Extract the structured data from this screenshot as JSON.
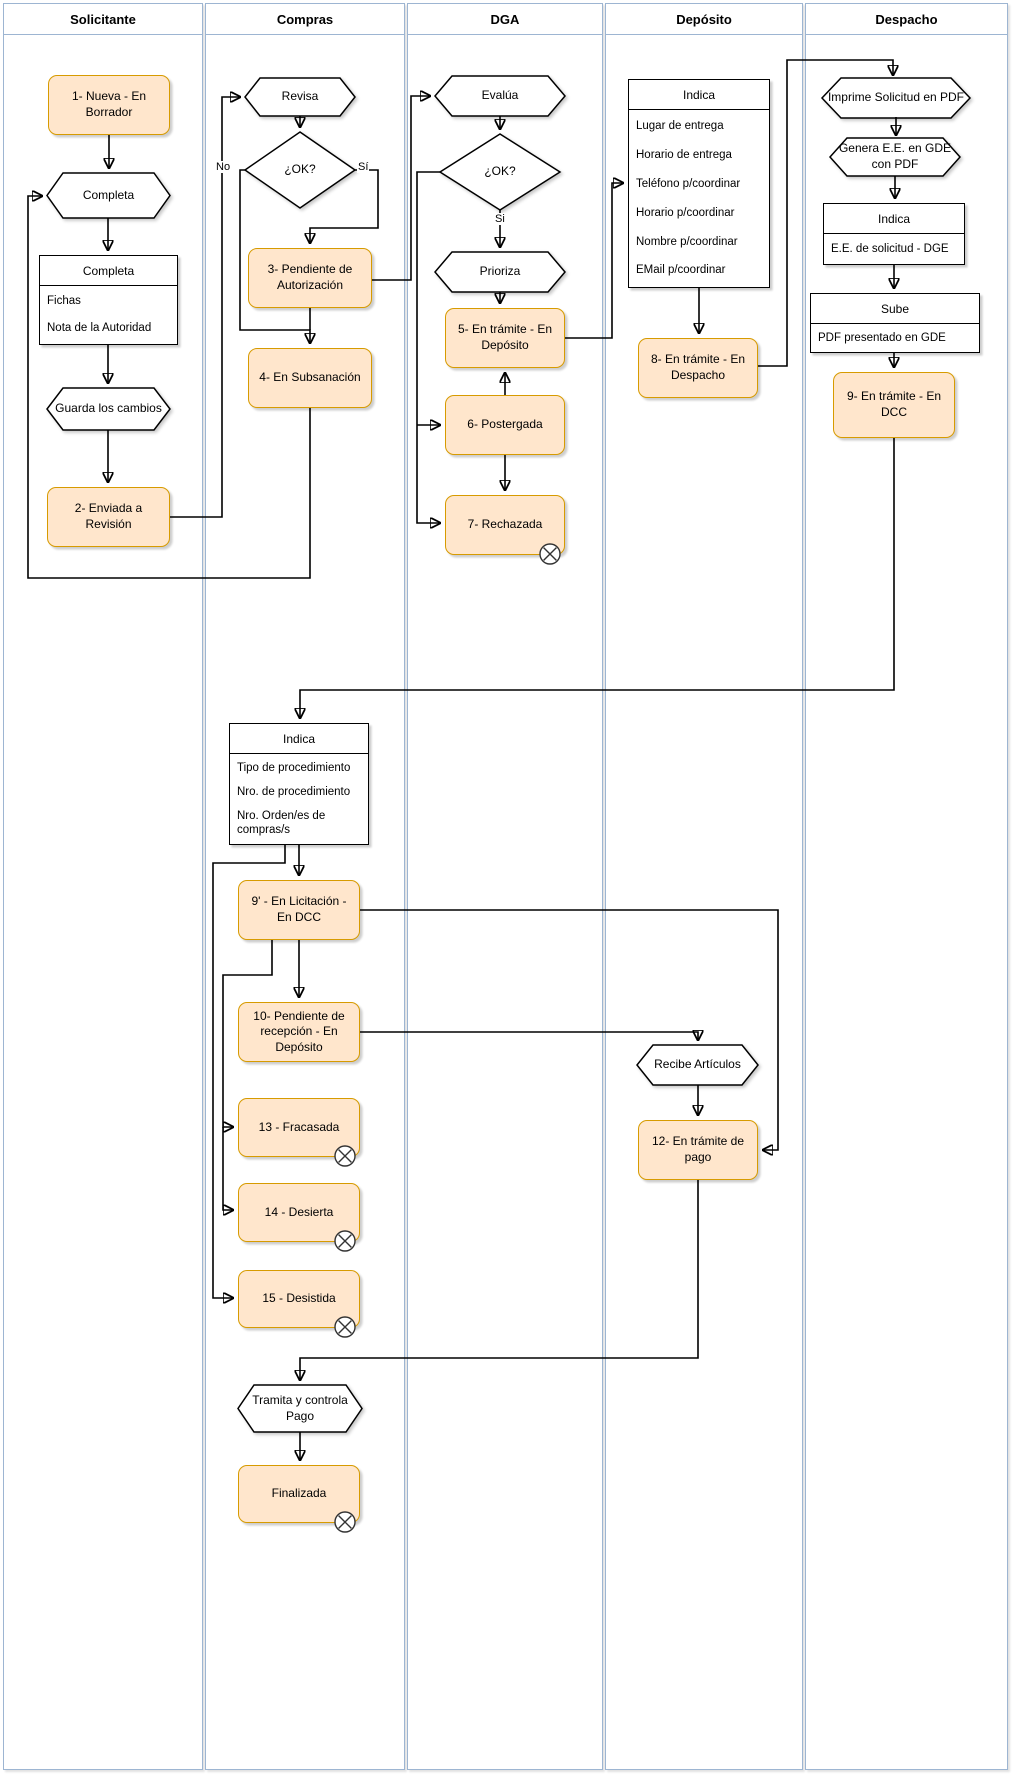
{
  "lanes": [
    {
      "label": "Solicitante"
    },
    {
      "label": "Compras"
    },
    {
      "label": "DGA"
    },
    {
      "label": "Depósito"
    },
    {
      "label": "Despacho"
    }
  ],
  "colors": {
    "state_fill": "#ffe6cc",
    "state_border": "#d79b00",
    "lane_border": "#9db5d2",
    "edge": "#000000"
  },
  "nodes": {
    "n1": "1- Nueva - En Borrador",
    "completa_hex": "Completa",
    "completa_table": {
      "header": "Completa",
      "rows": [
        "Fichas",
        "Nota de la Autoridad"
      ]
    },
    "guarda": "Guarda los cambios",
    "n2": "2- Enviada a Revisión",
    "revisa": "Revisa",
    "ok_compras": "¿OK?",
    "label_no": "No",
    "label_si_compras": "Sí",
    "n3": "3- Pendiente de Autorización",
    "n4": "4- En Subsanación",
    "evalua": "Evalúa",
    "ok_dga": "¿OK?",
    "label_si_dga": "Si",
    "prioriza": "Prioriza",
    "n5": "5- En trámite - En Depósito",
    "n6": "6- Postergada",
    "n7": "7- Rechazada",
    "indica_deposito": {
      "header": "Indica",
      "rows": [
        "Lugar de entrega",
        "Horario de entrega",
        "Teléfono p/coordinar",
        "Horario p/coordinar",
        "Nombre p/coordinar",
        "EMail p/coordinar"
      ]
    },
    "n8": "8- En trámite - En Despacho",
    "imprime": "Imprime Solicitud en PDF",
    "genera": "Genera E.E. en GDE con PDF",
    "indica_despacho": {
      "header": "Indica",
      "rows": [
        "E.E. de solicitud - DGE"
      ]
    },
    "sube": {
      "header": "Sube",
      "rows": [
        "PDF presentado en GDE"
      ]
    },
    "n9": "9- En trámite - En DCC",
    "indica_compras": {
      "header": "Indica",
      "rows": [
        "Tipo de procedimiento",
        "Nro. de procedimiento",
        "Nro. Orden/es de compras/s"
      ]
    },
    "n9p": "9' - En Licitación - En DCC",
    "n10": "10- Pendiente de recepción - En Depósito",
    "n13": "13 - Fracasada",
    "n14": "14 - Desierta",
    "n15": "15 - Desistida",
    "recibe": "Recibe Artículos",
    "n12": "12- En trámite de pago",
    "tramita": "Tramita y controla Pago",
    "finalizada": "Finalizada"
  }
}
